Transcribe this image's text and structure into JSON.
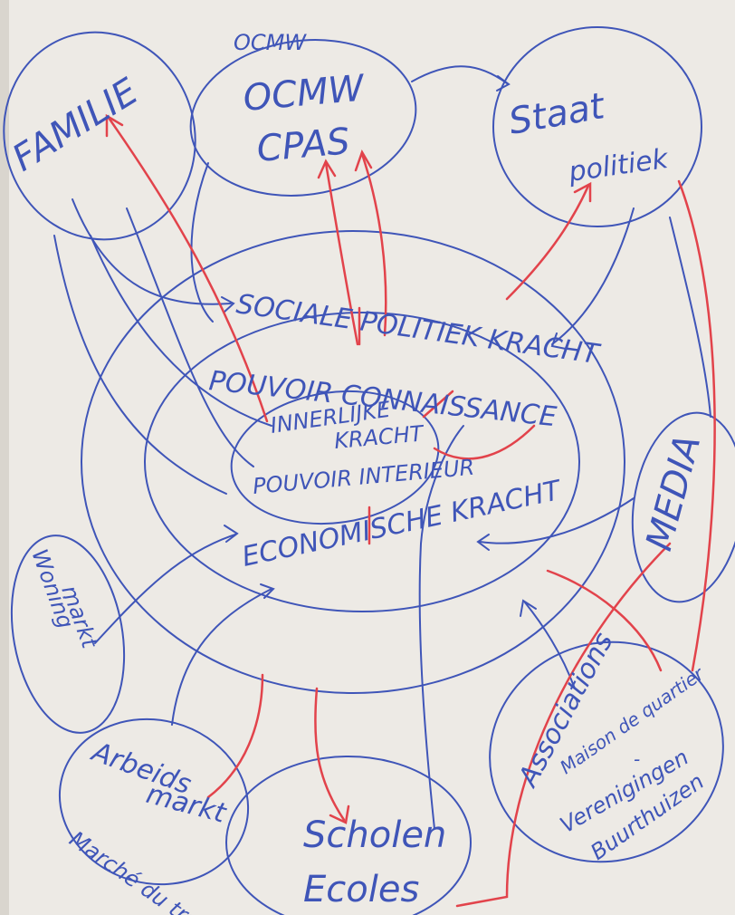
{
  "colors": {
    "paper": "#edeae5",
    "paper_shadow": "#d9d5ce",
    "blue_ink": "#3f55b8",
    "red_ink": "#e2434b"
  },
  "labels": {
    "familie": "FAMILIE",
    "ocmw_scribble": "OCMW",
    "ocmw": "OCMW",
    "cpas": "CPAS",
    "staat": "Staat",
    "politiek": "politiek",
    "sociale_politiek_kracht": "SOCIALE POLITIEK KRACHT",
    "pouvoir_connaissance": "POUVOIR CONNAISSANCE",
    "innerlijke_kracht_1": "INNERLIJKE",
    "innerlijke_kracht_2": "KRACHT",
    "pouvoir_interieur": "POUVOIR INTERIEUR",
    "economische_kracht": "ECONOMISCHE KRACHT",
    "media": "MEDIA",
    "woning_1": "Woning",
    "woning_2": "markt",
    "arbeidsmarkt_1": "Arbeids",
    "arbeidsmarkt_2": "markt",
    "marche_du_travail": "Marché du travail",
    "scholen": "Scholen",
    "ecoles": "Ecoles",
    "assoc_1": "Associations",
    "assoc_2": "Maison de quartier",
    "assoc_3": "-",
    "assoc_4": "Verenigingen",
    "assoc_5": "Buurthuizen"
  }
}
